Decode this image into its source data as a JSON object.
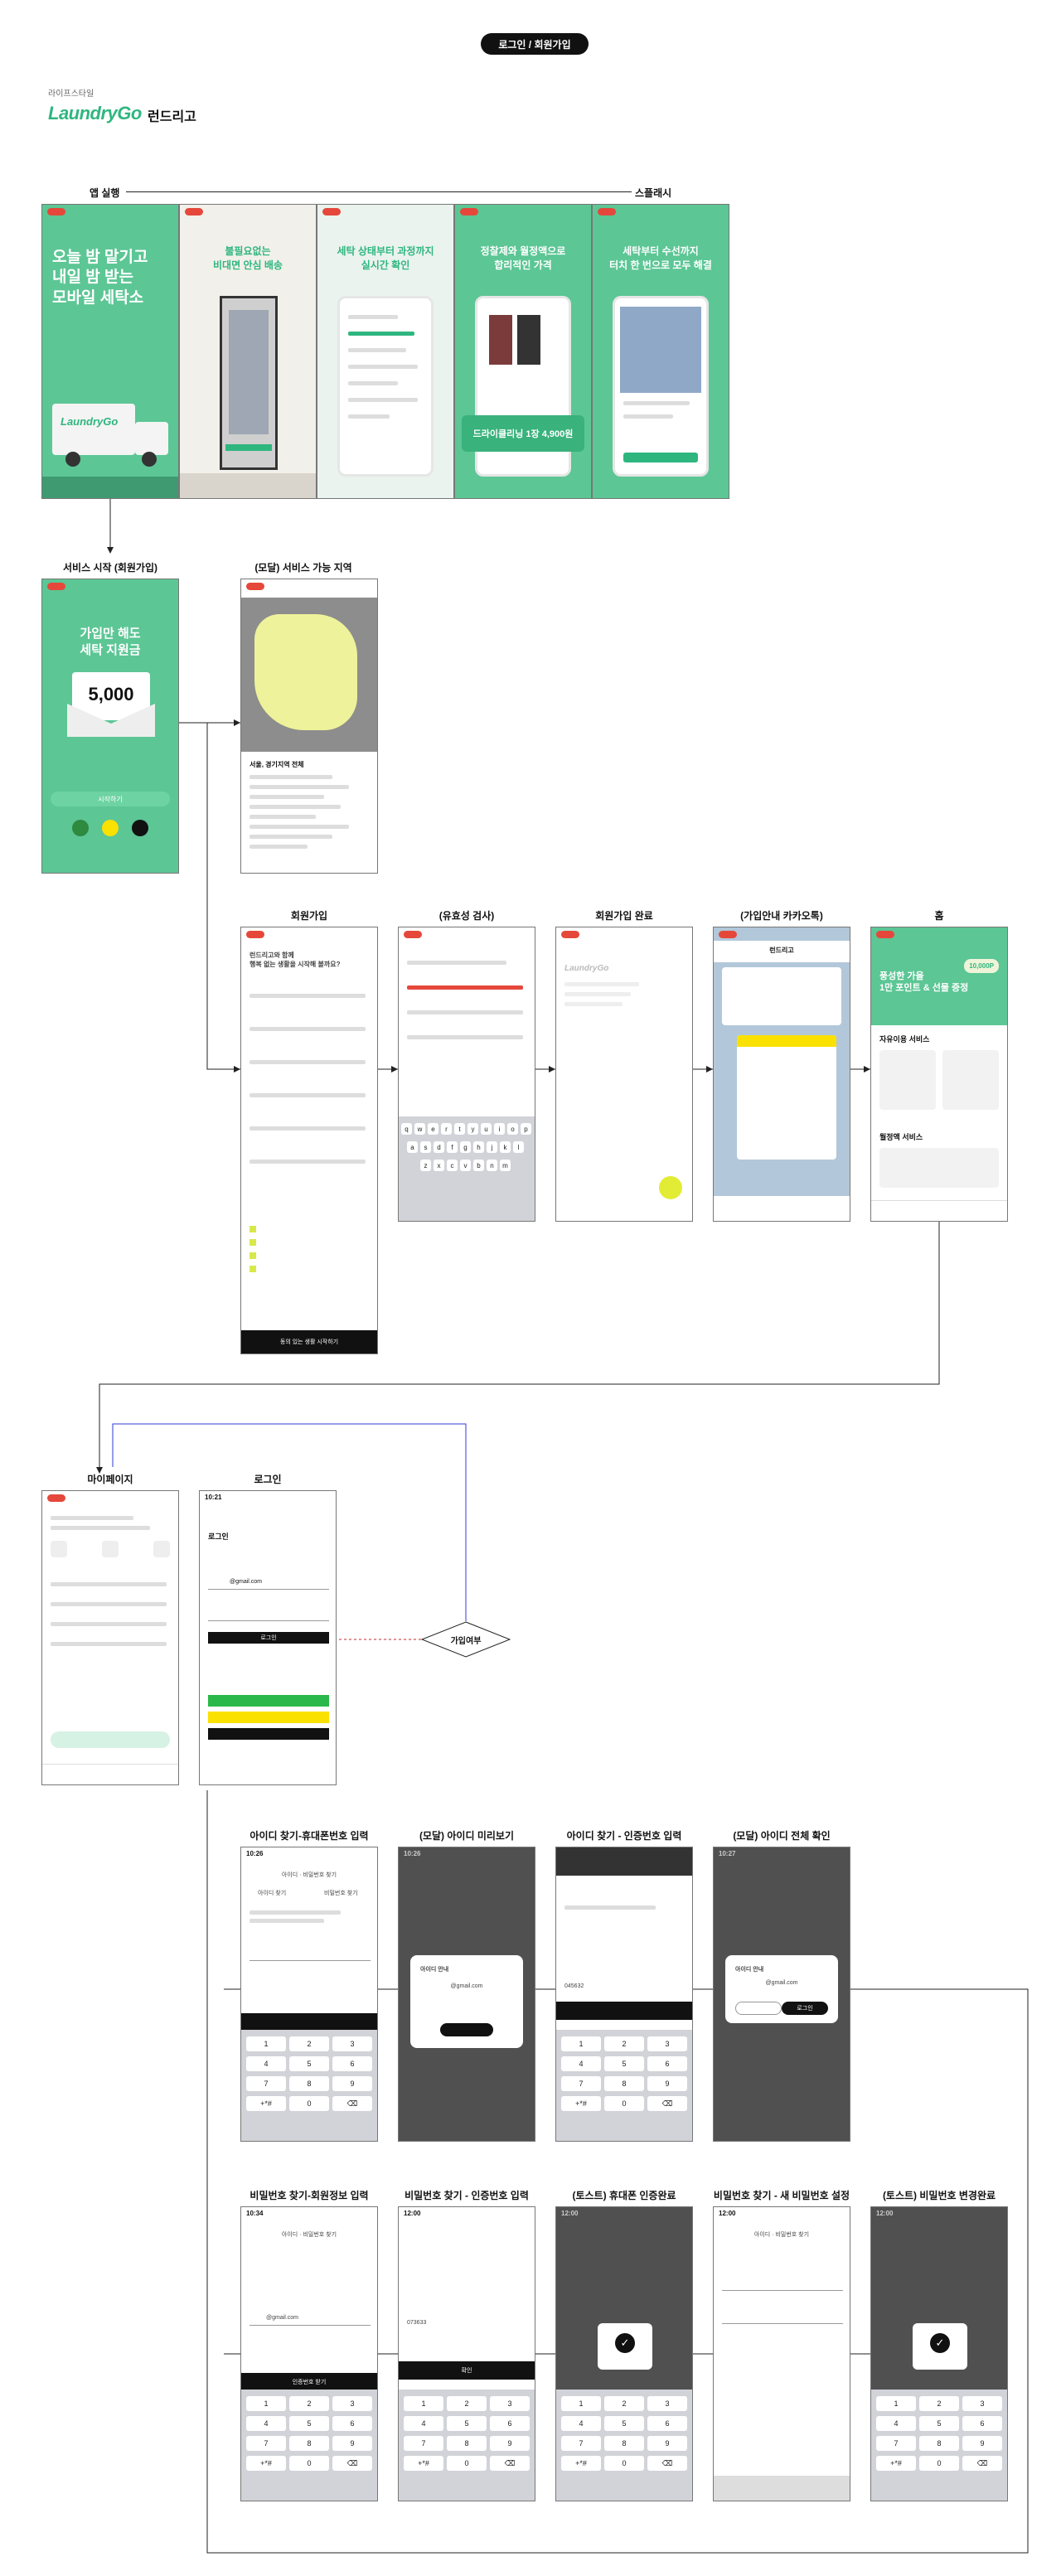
{
  "header": {
    "pill": "로그인 / 회원가입"
  },
  "brand": {
    "small": "라이프스타일",
    "logo": "LaundryGo",
    "name": "런드리고"
  },
  "sections": {
    "app_launch": "앱 실행",
    "splash": "스플래시"
  },
  "splash_screens": {
    "s1_title": "오늘 밤 맡기고\n내일 밤 받는\n모바일 세탁소",
    "s1_truck": "LaundryGo",
    "s2_title": "불필요없는\n비대면 안심 배송",
    "s3_title": "세탁 상태부터 과정까지\n실시간 확인",
    "s4_title": "정찰제와 월정액으로\n합리적인 가격",
    "s4_item": "드라이클리닝 1장 4,900원",
    "s5_title": "세탁부터 수선까지\n터치 한 번으로 모두 해결"
  },
  "row2": {
    "service_start_label": "서비스 시작 (회원가입)",
    "service_title": "가입만 해도\n세탁 지원금",
    "amount": "5,000",
    "service_btn": "시작하기",
    "modal_area_label": "(모달) 서비스 가능 지역",
    "area_header": "서울, 경기지역 전체"
  },
  "row3": {
    "signup": "회원가입",
    "validation": "(유효성 검사)",
    "complete": "회원가입 완료",
    "kakao": "(가입안내 카카오톡)",
    "home": "홈",
    "signup_q": "런드리고와 함께\n행복 없는 생활을 시작해 볼까요?",
    "signup_cta": "동의 있는 생활 시작하기",
    "home_banner": "풍성한 가을\n1만 포인트 & 선물 증정",
    "home_badge": "10,000P",
    "home_sec1": "자유이용 서비스",
    "home_sec2": "월정액 서비스",
    "kakao_title": "런드리고"
  },
  "row4": {
    "mypage": "마이페이지",
    "login": "로그인",
    "decision": "가입여부",
    "login_time": "10:21",
    "login_title": "로그인",
    "email_value": "@gmail.com",
    "login_btn": "로그인"
  },
  "row5": {
    "t1": "아이디 찾기-휴대폰번호 입력",
    "t2": "(모달) 아이디 미리보기",
    "t3": "아이디 찾기 - 인증번호 입력",
    "t4": "(모달) 아이디 전체 확인",
    "time1": "10:26",
    "time2": "10:26",
    "time3": "10:27",
    "header": "아이디 · 비밀번호 찾기",
    "tab_id": "아이디 찾기",
    "tab_pw": "비밀번호 찾기",
    "modal_title": "아이디 안내",
    "modal_email": "@gmail.com",
    "modal_btn": "로그인",
    "code": "045632"
  },
  "row6": {
    "t1": "비밀번호 찾기-회원정보 입력",
    "t2": "비밀번호 찾기 - 인증번호 입력",
    "t3": "(토스트) 휴대폰 인증완료",
    "t4": "비밀번호 찾기 - 새 비밀번호 설정",
    "t5": "(토스트) 비밀번호 변경완료",
    "time1": "10:34",
    "time2": "12:00",
    "time3": "12:00",
    "time4": "12:00",
    "time5": "12:00",
    "email": "@gmail.com",
    "code": "073633",
    "btn": "인증번호 받기",
    "confirm": "확인"
  },
  "numpad": [
    "1",
    "2",
    "3",
    "4",
    "5",
    "6",
    "7",
    "8",
    "9",
    "+*#",
    "0",
    "⌫"
  ],
  "qwerty": [
    "q",
    "w",
    "e",
    "r",
    "t",
    "y",
    "u",
    "i",
    "o",
    "p",
    "a",
    "s",
    "d",
    "f",
    "g",
    "h",
    "j",
    "k",
    "l",
    "z",
    "x",
    "c",
    "v",
    "b",
    "n",
    "m"
  ],
  "colors": {
    "brand_green": "#2fb67f",
    "splash_green": "#5cc695",
    "accent_yellow": "#e8ef3a",
    "dark": "#111111"
  }
}
